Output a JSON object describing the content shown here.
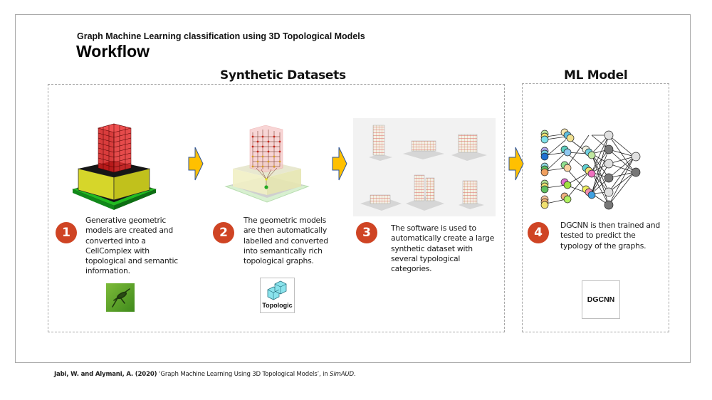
{
  "header": {
    "subtitle": "Graph Machine Learning classification using 3D Topological Models",
    "title": "Workflow"
  },
  "sections": [
    {
      "label": "Synthetic Datasets"
    },
    {
      "label": "ML Model"
    }
  ],
  "steps": [
    {
      "number": "1",
      "text": "Generative geometric models are created and converted into a CellComplex with topological and semantic information.",
      "lines": [
        "Generative geometric",
        "models are created and",
        "converted into a",
        "CellComplex with",
        "topological and semantic",
        "information."
      ],
      "image": "cellcomplex-tower-model",
      "logo": "grasshopper-logo"
    },
    {
      "number": "2",
      "text": "The geometric models are then automatically labelled and converted into semantically rich topological graphs.",
      "lines": [
        "The geometric models",
        "are then automatically",
        "labelled and converted",
        "into semantically rich",
        "topological graphs."
      ],
      "image": "topological-graph-tower",
      "logo": "topologic-logo",
      "logo_label": "Topologic"
    },
    {
      "number": "3",
      "text": "The software is used to automatically create a large synthetic dataset with several typological categories.",
      "lines": [
        "The software is used to",
        "automatically create a large",
        "synthetic dataset with",
        "several typological",
        "categories."
      ],
      "image": "synthetic-dataset-grid"
    },
    {
      "number": "4",
      "text": "DGCNN is then trained and tested to predict the typology of the graphs.",
      "lines": [
        "DGCNN is then trained and",
        "tested to predict the",
        "typology of the graphs."
      ],
      "image": "dgcnn-network-diagram",
      "logo": "dgcnn-logo",
      "logo_label": "DGCNN"
    }
  ],
  "citation": {
    "authors": "Jabi, W. and Alymani, A. (2020)",
    "title": " ‘Graph Machine Learning Using 3D Topological Models’, in ",
    "venue": "SimAUD",
    "end": "."
  },
  "colors": {
    "step_circle": "#cf4424",
    "arrow_fill": "#ffc000",
    "arrow_stroke": "#2f5597",
    "dashed_border": "#a6a6a6"
  }
}
